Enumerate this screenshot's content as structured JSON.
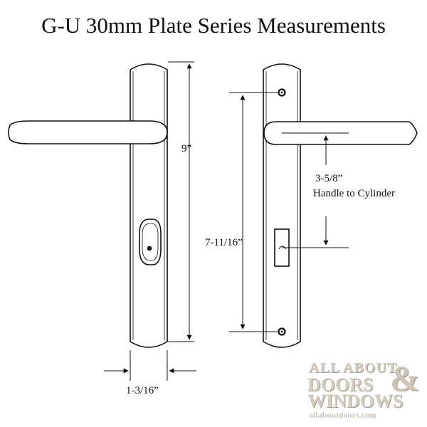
{
  "title": "G-U 30mm Plate Series Measurements",
  "dimensions": {
    "plate_height": "9”",
    "plate_width": "1-3/16”",
    "hole_spacing": "7-11/16”",
    "handle_to_cylinder": "3-5/8”",
    "handle_to_cylinder_caption": "Handle to Cylinder"
  },
  "logo": {
    "line1": "ALL ABOUT",
    "line2": "DOORS",
    "ampersand": "&",
    "line3": "WINDOWS",
    "url": "allaboutdoors.com"
  }
}
